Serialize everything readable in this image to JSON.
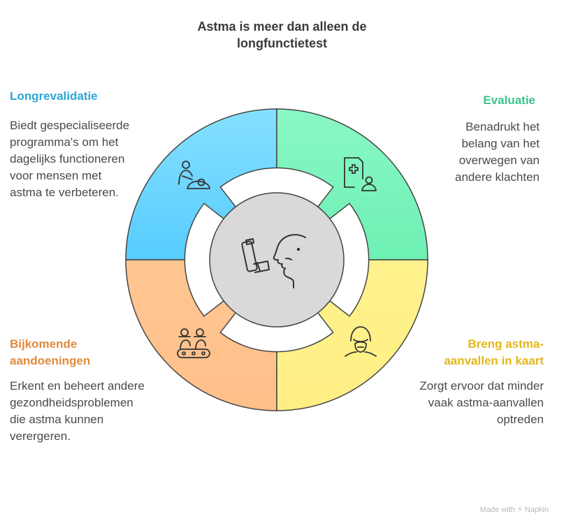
{
  "title_lines": [
    "Astma is meer dan alleen de",
    "longfunctietest"
  ],
  "sections": {
    "top_left": {
      "heading": "Longrevalidatie",
      "text": "Biedt gespecialiseerde\nprogramma's om het\ndagelijks functioneren\nvoor mensen met\nastma te verbeteren.",
      "color": "#7fdcff",
      "icon": "caregiver-patient-icon"
    },
    "top_right": {
      "heading": "Evaluatie",
      "text": "Benadrukt het\nbelang van het\noverwegen van\nandere klachten",
      "color": "#86f4c0",
      "icon": "medical-record-icon"
    },
    "bottom_left": {
      "heading": "Bijkomende\naandoeningen",
      "text": "Erkent en beheert andere\ngezondheidsproblemen\ndie astma kunnen\nverergeren.",
      "color": "#ffc48c",
      "icon": "patients-group-icon"
    },
    "bottom_right": {
      "heading": "Breng astma-\naanvallen in kaart",
      "text": "Zorgt ervoor dat minder\nvaak astma-aanvallen\noptreden",
      "color": "#fff08a",
      "icon": "oxygen-mask-icon"
    }
  },
  "center_icon": "inhaler-person-icon",
  "watermark": "Made with ⚡ Napkin"
}
